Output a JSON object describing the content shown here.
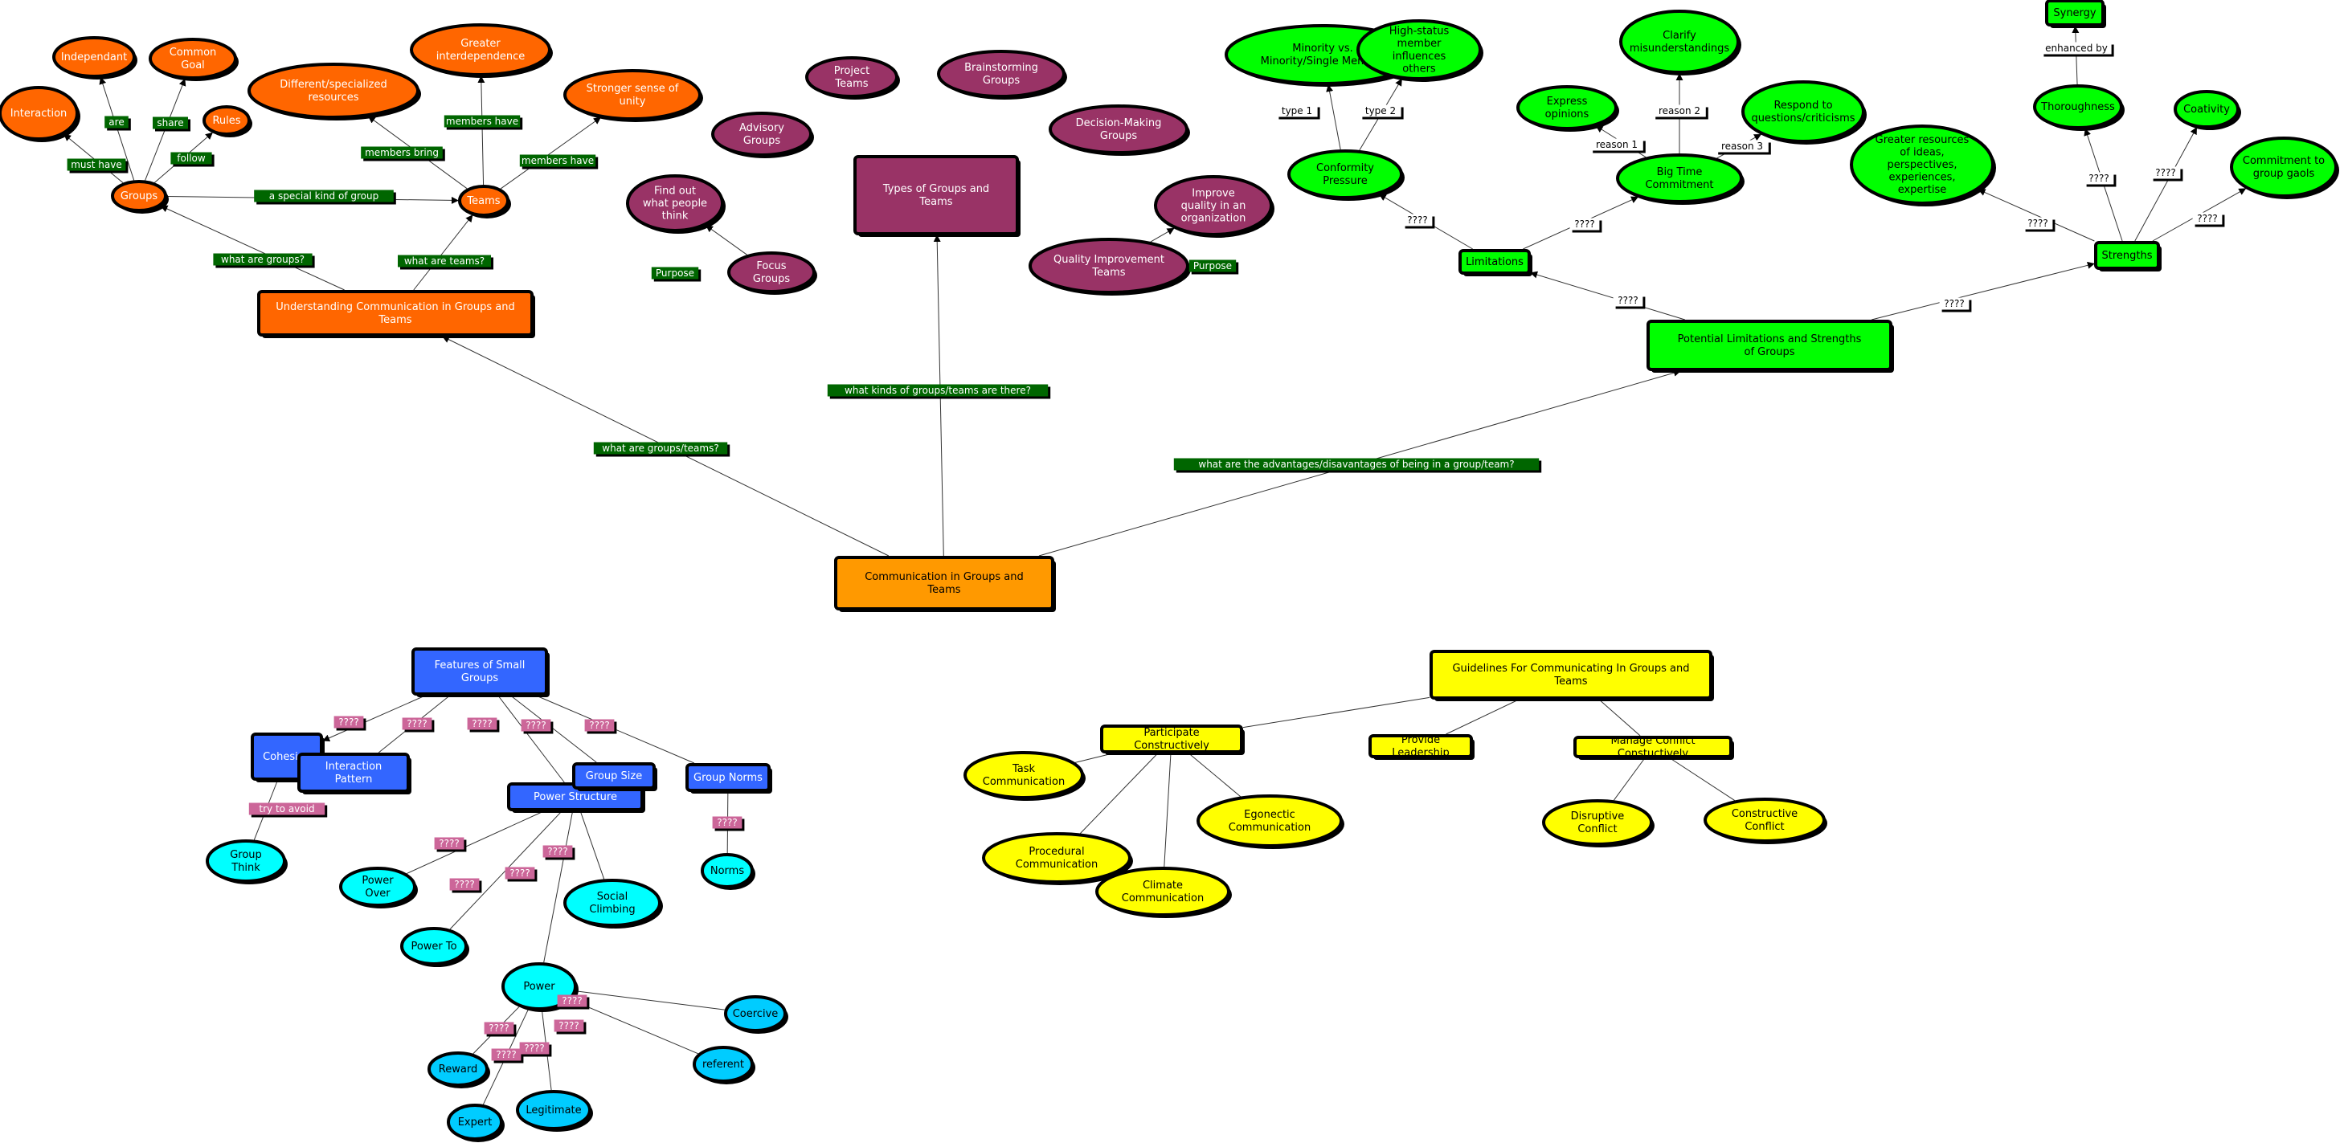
{
  "colors": {
    "orange": "#ff6600",
    "orange_root": "#ff9900",
    "purple": "#993366",
    "green": "#00ff00",
    "blue": "#3366ff",
    "cyan": "#00ffff",
    "sky": "#00ccff",
    "yellow": "#ffff00",
    "label_green": "#006600",
    "label_pink": "#cc6699",
    "label_white": "#ffffff"
  },
  "nodes": {
    "root": "Communication in Groups and Teams",
    "understanding": "Understanding Communication in Groups and Teams",
    "groups": "Groups",
    "teams": "Teams",
    "interaction": "Interaction",
    "independant": "Independant",
    "common_goal": "Common Goal",
    "rules": "Rules",
    "different_resources": "Different/specialized resources",
    "greater_interdependence": "Greater interdependence",
    "stronger_unity": "Stronger sense of unity",
    "types": "Types of Groups and Teams",
    "project_teams": "Project Teams",
    "brainstorming": "Brainstorming Groups",
    "advisory": "Advisory Groups",
    "decision_making": "Decision-Making Groups",
    "find_out": "Find out what people think",
    "focus_groups": "Focus Groups",
    "improve_quality": "Improve quality in an organization",
    "quality_teams": "Quality Improvement Teams",
    "potential": "Potential Limitations and Strengths of Groups",
    "limitations": "Limitations",
    "strengths": "Strengths",
    "conformity": "Conformity Pressure",
    "minority": "Minority vs. Minority/Single Member",
    "high_status": "High-status member influences others",
    "big_time": "Big Time Commitment",
    "express": "Express opinions",
    "clarify": "Clarify misunderstandings",
    "respond": "Respond to questions/criticisms",
    "greater_resources": "Greater resources of ideas, perspectives, experiences, expertise",
    "thoroughness": "Thoroughness",
    "synergy": "Synergy",
    "coativity": "Coativity",
    "commitment": "Commitment to group gaols",
    "features": "Features of Small Groups",
    "cohesion": "Cohesion",
    "group_think": "Group Think",
    "interaction_pattern": "Interaction Pattern",
    "power_structure": "Power Structure",
    "group_size": "Group Size",
    "group_norms": "Group Norms",
    "norms": "Norms",
    "power_over": "Power Over",
    "power_to": "Power To",
    "power": "Power",
    "social_climbing": "Social Climbing",
    "reward": "Reward",
    "expert": "Expert",
    "legitimate": "Legitimate",
    "referent": "referent",
    "coercive": "Coercive",
    "guidelines": "Guidelines For Communicating In Groups and Teams",
    "participate": "Participate Constructively",
    "provide_leadership": "Provide Leadership",
    "manage_conflict": "Manage Conflict Constuctively",
    "task_comm": "Task Communication",
    "procedural_comm": "Procedural Communication",
    "climate_comm": "Climate Communication",
    "egonectic_comm": "Egonectic Communication",
    "disruptive": "Disruptive Conflict",
    "constructive": "Constructive Conflict"
  },
  "labels": {
    "what_groups_teams": "what are groups/teams?",
    "what_kinds": "what kinds of groups/teams are there?",
    "what_advantages": "what are the advantages/disavantages of being in a group/team?",
    "what_groups": "what are groups?",
    "what_teams": "what are teams?",
    "special_kind": "a special kind of group",
    "must_have": "must have",
    "are": "are",
    "share": "share",
    "follow": "follow",
    "members_bring": "members bring",
    "members_have_1": "members have",
    "members_have_2": "members have",
    "purpose_1": "Purpose",
    "purpose_2": "Purpose",
    "q_limitations": "????",
    "q_strengths": "????",
    "q_conformity": "????",
    "q_big_time": "????",
    "type_1": "type 1",
    "type_2": "type 2",
    "reason_1": "reason 1",
    "reason_2": "reason 2",
    "reason_3": "reason 3",
    "q_greater": "????",
    "q_thoroughness": "????",
    "q_coativity": "????",
    "q_commitment": "????",
    "enhanced_by": "enhanced by",
    "q_cohesion": "????",
    "q_interaction": "????",
    "q_power_structure": "????",
    "q_group_size": "????",
    "q_group_norms": "????",
    "try_to_avoid": "try to avoid",
    "q_norms": "????",
    "q_power_over": "????",
    "q_power_to": "????",
    "q_power": "????",
    "q_social": "????",
    "q_reward": "????",
    "q_expert": "????",
    "q_legitimate": "????",
    "q_referent": "????",
    "q_coercive": "????"
  }
}
